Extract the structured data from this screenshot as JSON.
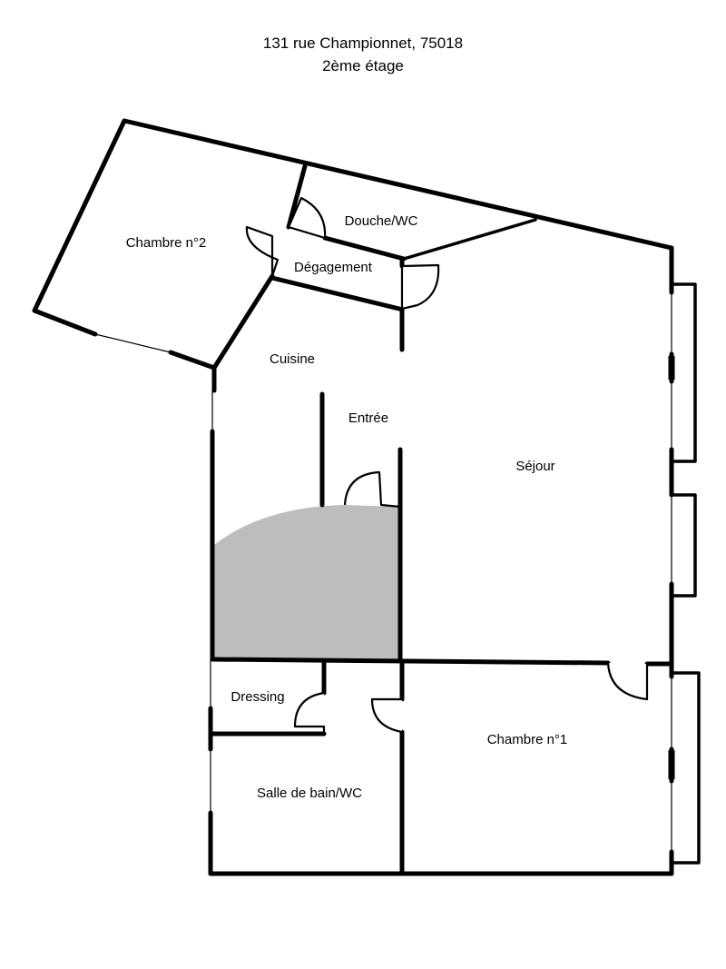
{
  "header": {
    "address": "131 rue Championnet, 75018",
    "floor": "2ème étage"
  },
  "rooms": {
    "chambre2": "Chambre n°2",
    "douche_wc": "Douche/WC",
    "degagement": "Dégagement",
    "cuisine": "Cuisine",
    "entree": "Entrée",
    "sejour": "Séjour",
    "dressing": "Dressing",
    "salle_de_bain": "Salle de bain/WC",
    "chambre1": "Chambre n°1"
  },
  "colors": {
    "walls": "#000000",
    "shaded_area": "#bdbdbd",
    "background": "#ffffff"
  }
}
